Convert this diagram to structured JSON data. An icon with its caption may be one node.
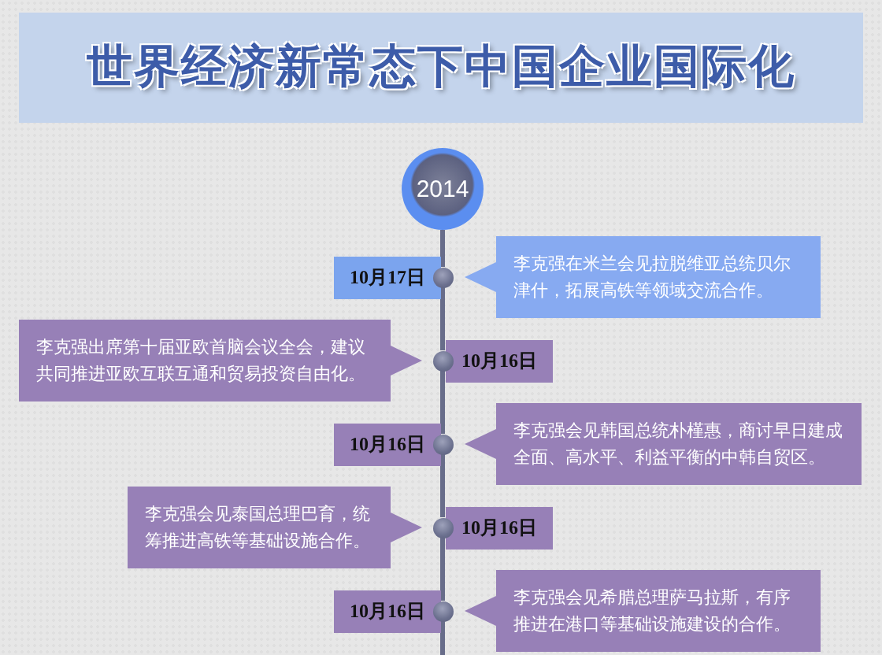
{
  "diagram": {
    "title": "世界经济新常态下中国企业国际化",
    "nodes": [
      {
        "text": [
          "2014"
        ]
      },
      {
        "text": [
          "10月17日"
        ]
      },
      {
        "text": [],
        "shape": "circle"
      },
      {
        "text": [
          "李克强在米兰会见拉脱维亚总统贝尔津什，拓展高铁等领域交流合作。"
        ]
      },
      {
        "text": [
          "李克强出席第十届亚欧首脑会议全会，建议共同推进亚欧互联互通和贸易投资自由化。"
        ]
      },
      {
        "text": [],
        "shape": "circle"
      },
      {
        "text": [
          "10月16日"
        ]
      },
      {
        "text": [
          "10月16日"
        ]
      },
      {
        "text": [],
        "shape": "circle"
      },
      {
        "text": [
          "李克强会见韩国总统朴槿惠，商讨早日建成全面、高水平、利益平衡的中韩自贸区。"
        ]
      },
      {
        "text": [
          "李克强会见泰国总理巴育，统筹推进高铁等基础设施合作。"
        ]
      },
      {
        "text": [],
        "shape": "circle"
      },
      {
        "text": [
          "10月16日"
        ]
      },
      {
        "text": [
          "10月16日"
        ]
      },
      {
        "text": [],
        "shape": "circle"
      },
      {
        "text": [
          "李克强会见希腊总理萨马拉斯，有序推进在港口等基础设施建设的合作。"
        ]
      }
    ],
    "edges": [
      {
        "from": 0,
        "to": 2,
        "arrow": "none"
      },
      {
        "from": 2,
        "to": 5,
        "arrow": "none"
      },
      {
        "from": 5,
        "to": 8,
        "arrow": "none"
      },
      {
        "from": 8,
        "to": 11,
        "arrow": "none"
      },
      {
        "from": 11,
        "to": 14,
        "arrow": "none"
      },
      {
        "from": 14,
        "to": null,
        "arrow": "none"
      }
    ]
  }
}
